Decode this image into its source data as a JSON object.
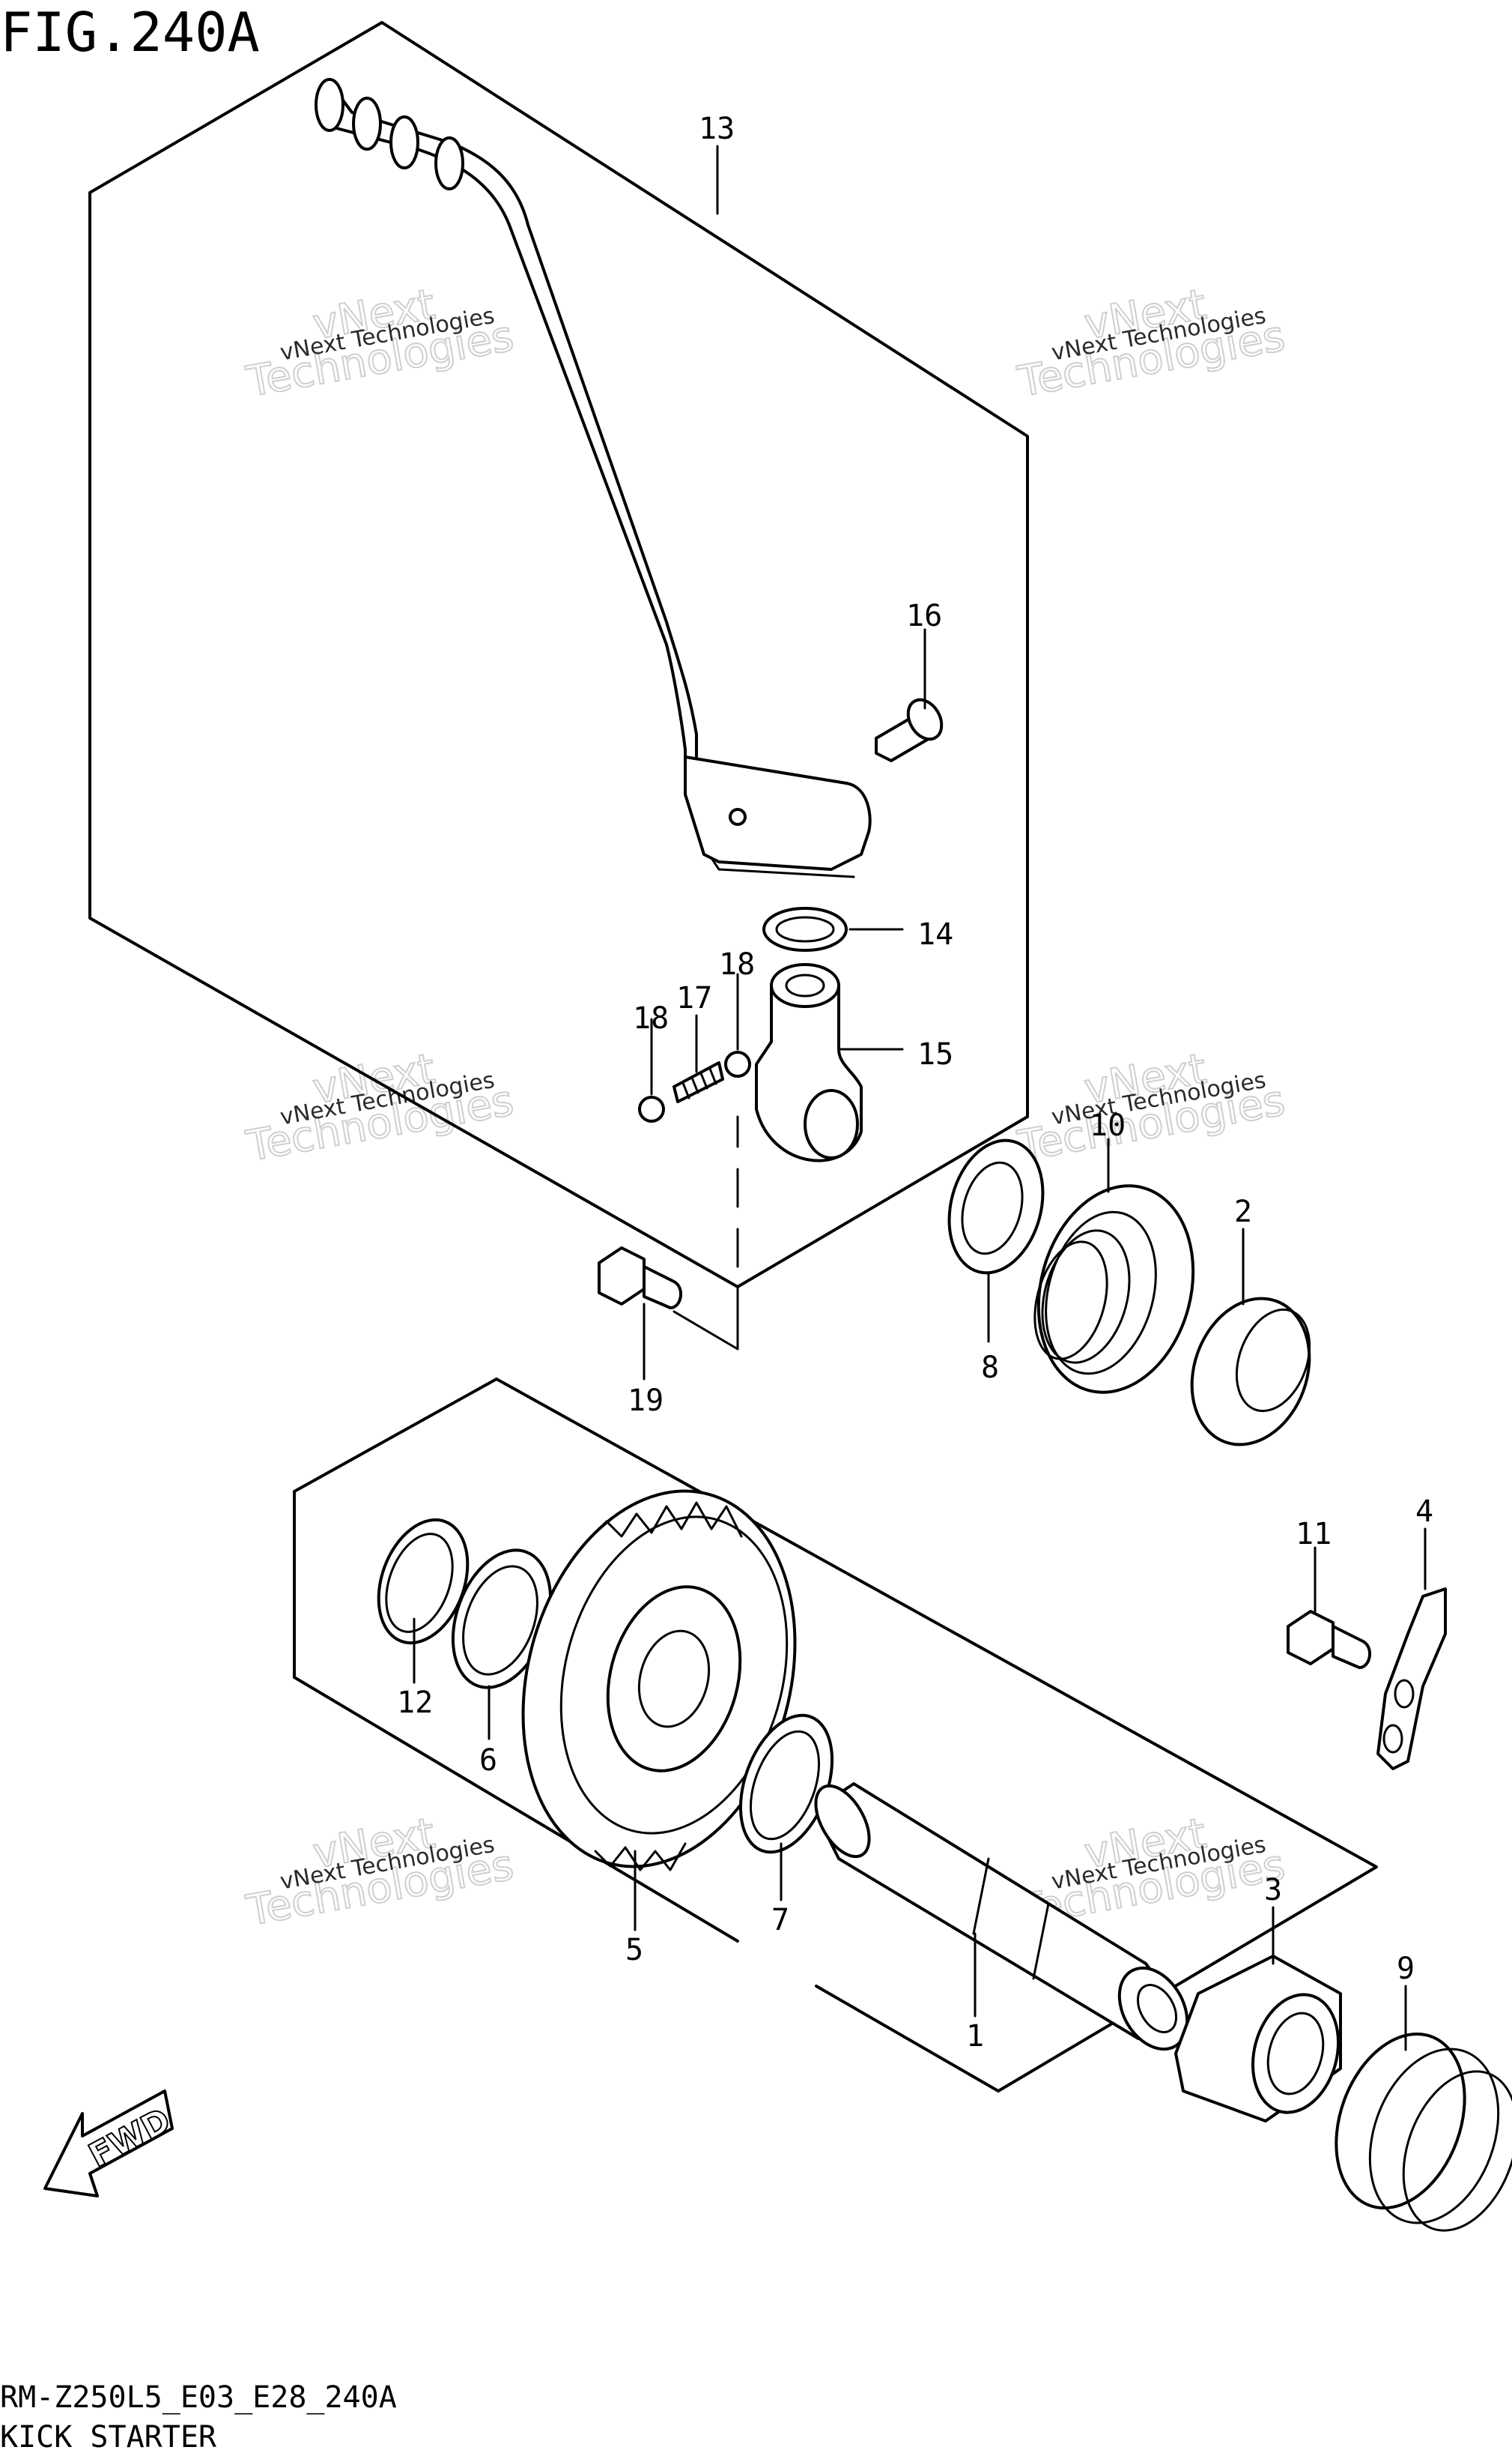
{
  "figure_title": "FIG.240A",
  "footer": {
    "model_code": "RM-Z250L5_E03_E28_240A",
    "section_name": "KICK STARTER"
  },
  "watermark": {
    "line1": "vNext Technologies",
    "line2": "Technologies",
    "line3": "vNext"
  },
  "fwd_label": "FWD",
  "parts": [
    {
      "id": "1"
    },
    {
      "id": "2"
    },
    {
      "id": "3"
    },
    {
      "id": "4"
    },
    {
      "id": "5"
    },
    {
      "id": "6"
    },
    {
      "id": "7"
    },
    {
      "id": "8"
    },
    {
      "id": "9"
    },
    {
      "id": "10"
    },
    {
      "id": "11"
    },
    {
      "id": "12"
    },
    {
      "id": "13"
    },
    {
      "id": "14"
    },
    {
      "id": "15"
    },
    {
      "id": "16"
    },
    {
      "id": "17"
    },
    {
      "id": "18"
    },
    {
      "id": "18b"
    },
    {
      "id": "19"
    }
  ],
  "part_labels": {
    "p1": "1",
    "p2": "2",
    "p3": "3",
    "p4": "4",
    "p5": "5",
    "p6": "6",
    "p7": "7",
    "p8": "8",
    "p9": "9",
    "p10": "10",
    "p11": "11",
    "p12": "12",
    "p13": "13",
    "p14": "14",
    "p15": "15",
    "p16": "16",
    "p17": "17",
    "p18a": "18",
    "p18b": "18",
    "p19": "19"
  }
}
